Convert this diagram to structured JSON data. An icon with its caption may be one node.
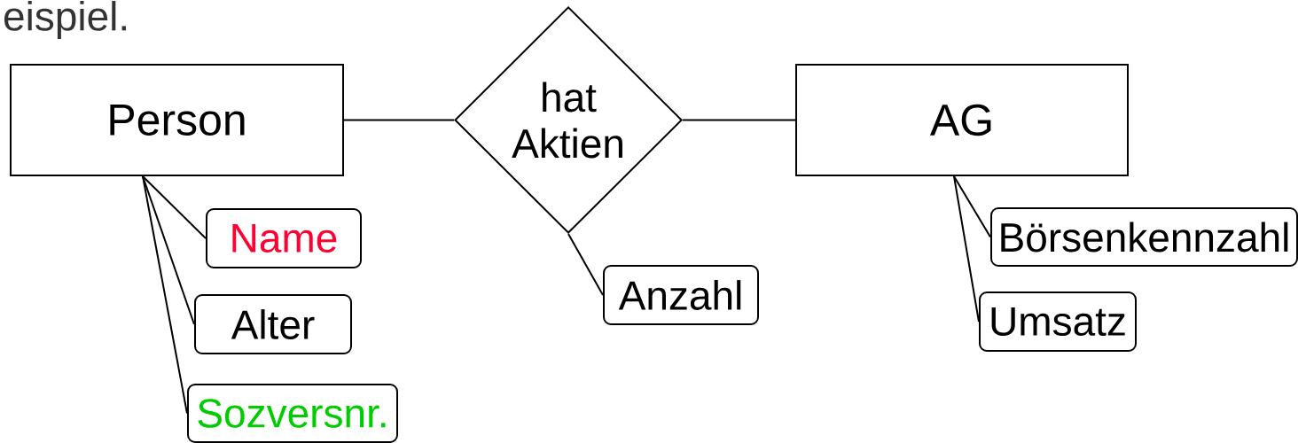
{
  "diagram": {
    "title": "eispiel.",
    "nodes": [
      {
        "text": [
          "Person"
        ]
      },
      {
        "text": [
          "hat Aktien"
        ]
      },
      {
        "text": [
          "AG"
        ]
      },
      {
        "text": [
          "Name"
        ]
      },
      {
        "text": [
          "Alter"
        ]
      },
      {
        "text": [
          "Sozversnr."
        ]
      },
      {
        "text": [
          "Anzahl"
        ]
      },
      {
        "text": [
          "Börsenkennzahl"
        ]
      },
      {
        "text": [
          "Umsatz"
        ]
      }
    ],
    "edges": [
      {
        "from": 0,
        "to": 1,
        "arrow": "none"
      },
      {
        "from": 1,
        "to": 2,
        "arrow": "none"
      },
      {
        "from": 0,
        "to": 3,
        "arrow": "none"
      },
      {
        "from": 0,
        "to": 4,
        "arrow": "none"
      },
      {
        "from": 0,
        "to": 5,
        "arrow": "none"
      },
      {
        "from": 1,
        "to": 6,
        "arrow": "none"
      },
      {
        "from": 2,
        "to": 7,
        "arrow": "none"
      },
      {
        "from": 2,
        "to": 8,
        "arrow": "none"
      }
    ]
  }
}
